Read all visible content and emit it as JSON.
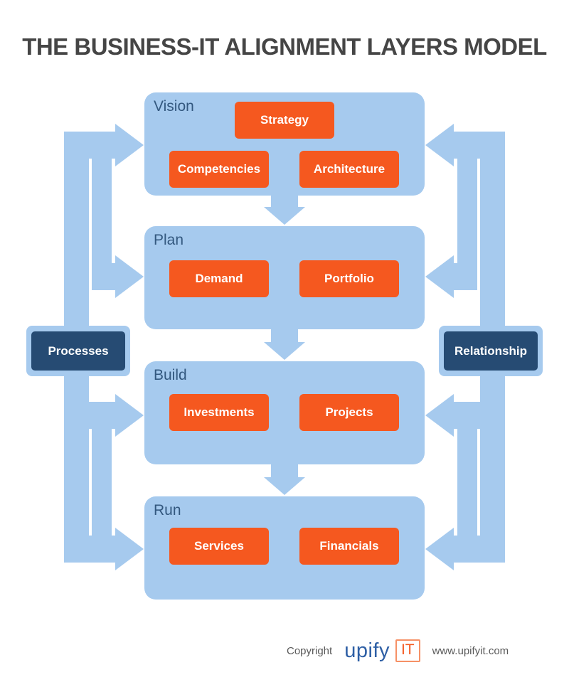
{
  "title": "THE BUSINESS-IT ALIGNMENT LAYERS MODEL",
  "layers": [
    {
      "name": "Vision",
      "boxes": [
        "Strategy",
        "Competencies",
        "Architecture"
      ]
    },
    {
      "name": "Plan",
      "boxes": [
        "Demand",
        "Portfolio"
      ]
    },
    {
      "name": "Build",
      "boxes": [
        "Investments",
        "Projects"
      ]
    },
    {
      "name": "Run",
      "boxes": [
        "Services",
        "Financials"
      ]
    }
  ],
  "side_labels": {
    "left": "Processes",
    "right": "Relationship"
  },
  "footer": {
    "copyright_label": "Copyright",
    "brand_name": "upify",
    "brand_suffix": "IT",
    "website": "www.upifyit.com"
  },
  "colors": {
    "layer_fill": "#A6CAEE",
    "arrow_fill": "#A6CAEE",
    "box_orange": "#F5581F",
    "side_navy": "#264B73",
    "layer_label_blue": "#33587F",
    "title_gray": "#454545",
    "brand_blue": "#2E5FA5",
    "footer_gray": "#595959"
  }
}
